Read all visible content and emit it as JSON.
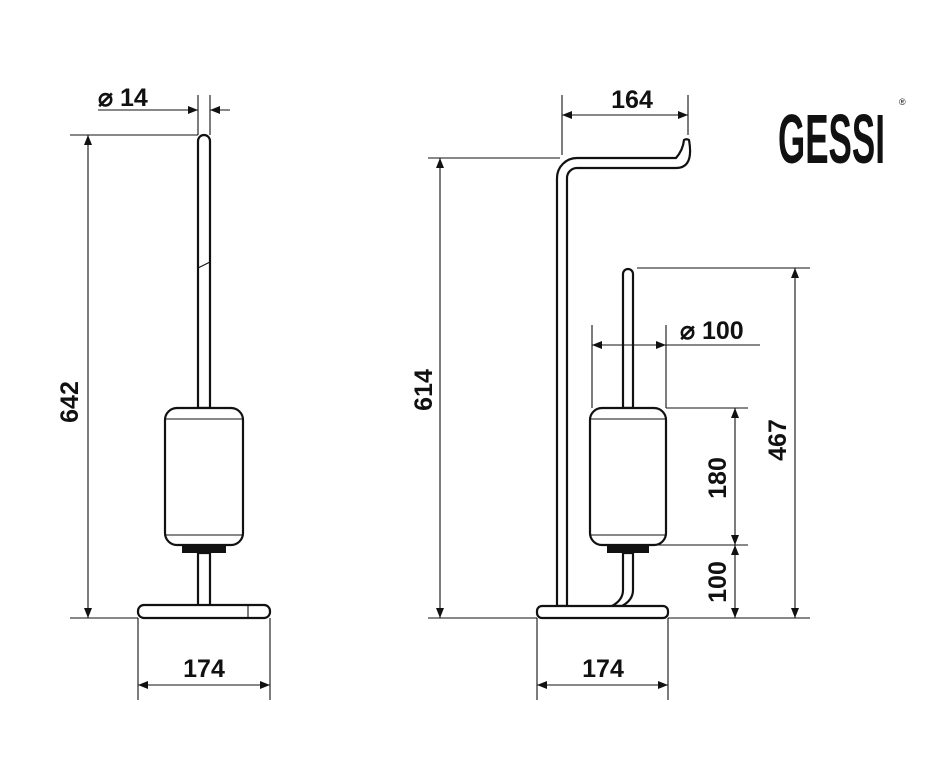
{
  "logo": {
    "text": "GESSI",
    "mark": "®"
  },
  "left_view": {
    "diameter_label": "⌀ 14",
    "height_label": "642",
    "base_width_label": "174"
  },
  "right_view": {
    "width_label": "164",
    "height_label": "614",
    "container_diameter_label": "⌀ 100",
    "container_height_label": "180",
    "container_offset_label": "100",
    "brush_height_label": "467",
    "base_width_label": "174"
  }
}
